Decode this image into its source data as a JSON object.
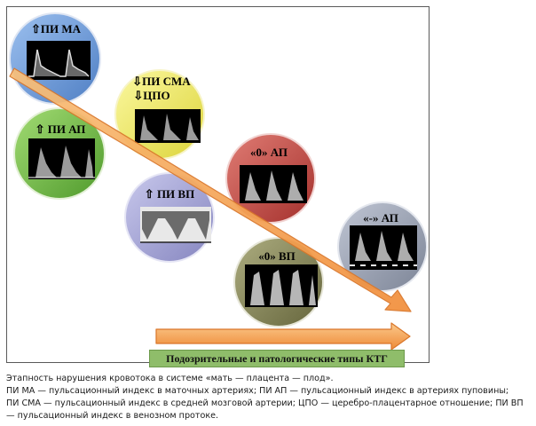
{
  "labels": {
    "pi_ma": "⇧ПИ МА",
    "pi_ap": "⇧ ПИ АП",
    "pi_sma_1": "⇩ПИ СМА",
    "pi_sma_2": "⇩ЦПО",
    "pi_vp": "⇧ ПИ ВП",
    "zero_ap": "«0» АП",
    "zero_vp": "«0» ВП",
    "reverse_ap": "«-» АП"
  },
  "banner": "Подозрительные и патологические типы КТГ",
  "caption": [
    "Этапность нарушения кровотока в системе «мать — плацента — плод».",
    "ПИ МА — пульсационный индекс в маточных артериях; ПИ АП — пульсационный индекс в артериях пуповины;",
    "ПИ СМА — пульсационный индекс в средней мозговой артерии; ЦПО — церебро-плацентарное отношение; ПИ ВП",
    "— пульсационный индекс в венозном протоке."
  ],
  "colors": {
    "blue_circle": "#7aa6dd",
    "green_circle": "#7cc24f",
    "yellow_circle": "#f3ee6c",
    "red_circle": "#c9504b",
    "lavender_circle": "#a9a9d6",
    "olive_circle": "#8a8a5a",
    "slate_circle": "#9ca4b8",
    "arrow_fill": "#f6a95a",
    "arrow_stroke": "#d9762a",
    "banner": "#8fbd6a"
  }
}
